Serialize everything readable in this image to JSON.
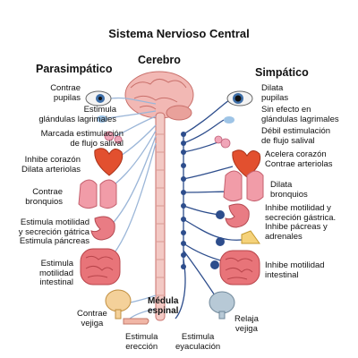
{
  "title": "Sistema Nervioso Central",
  "headers": {
    "parasympathetic": "Parasimpático",
    "brain": "Cerebro",
    "sympathetic": "Simpático",
    "spinal_cord": "Médula\nespinal"
  },
  "parasympathetic_labels": [
    "Contrae\npupilas",
    "Estimula\nglándulas lagrimales",
    "Marcada estimulación\nde flujo salival",
    "Inhibe corazón\nDilata arteriolas",
    "Contrae\nbronquios",
    "Estimula motilidad\ny secreción gátrica\nEstimula páncreas",
    "Estimula\nmotilidad\nintestinal",
    "Contrae\nvejiga",
    "Estimula\nerección"
  ],
  "sympathetic_labels": [
    "Dilata\npupilas",
    "Sin efecto en\nglándulas lagrimales",
    "Débil estimulación\nde flujo salival",
    "Acelera corazón\nContrae arteriolas",
    "Dilata\nbronquios",
    "Inhibe motilidad y\nsecreción gástrica.\nInhibe pácreas y\nadrenales",
    "Inhibe motilidad\nintestinal",
    "Relaja\nvejiga",
    "Estimula\neyaculación"
  ]
}
